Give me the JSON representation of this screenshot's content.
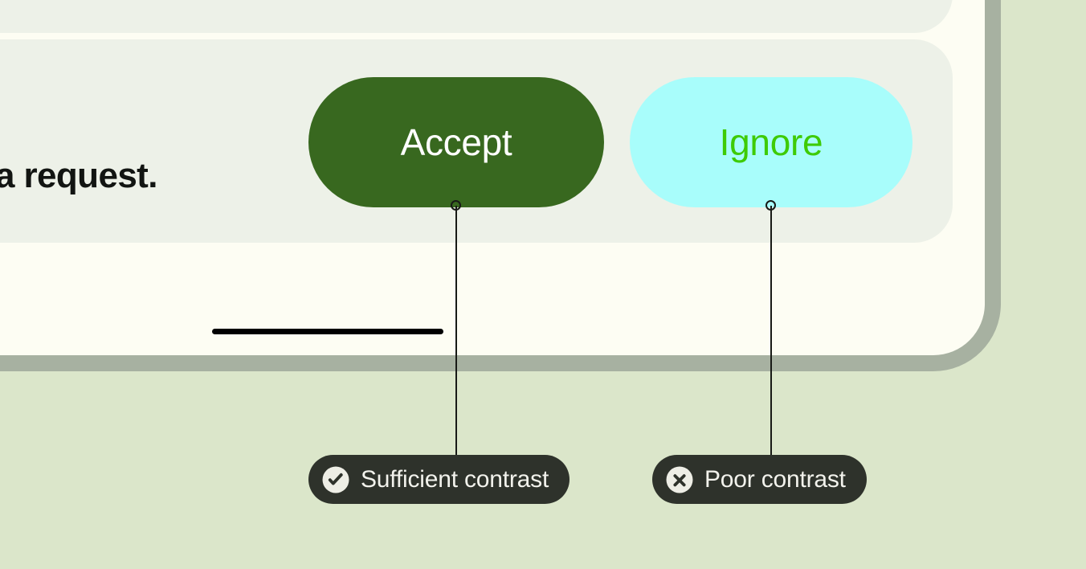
{
  "page": {
    "background_color": "#dbe6ca",
    "title": "Button contrast annotation diagram"
  },
  "card": {
    "outer_background": "#fdfdf3",
    "outer_border_color": "#a7b1a1",
    "inner_panel_background": "#edf1e8"
  },
  "content": {
    "body_text": "a request.",
    "body_text_color": "#121512",
    "rule_color": "#000000"
  },
  "buttons": [
    {
      "id": "accept",
      "label": "Accept",
      "background_color": "#38681f",
      "text_color": "#ffffff",
      "contrast_rating": "Sufficient contrast"
    },
    {
      "id": "ignore",
      "label": "Ignore",
      "background_color": "#a8fdfb",
      "text_color": "#3ecb06",
      "contrast_rating": "Poor contrast"
    }
  ],
  "callouts": [
    {
      "id": "sufficient",
      "label": "Sufficient contrast",
      "icon": "check-circle-icon",
      "pill_color": "#2e322b",
      "text_color": "#f2f2ec",
      "icon_color": "#eeeee6"
    },
    {
      "id": "poor",
      "label": "Poor contrast",
      "icon": "x-circle-icon",
      "pill_color": "#2e322b",
      "text_color": "#f2f2ec",
      "icon_color": "#eeeee6"
    }
  ],
  "connectors": {
    "line_color": "#181a16",
    "marker": "open-circle"
  }
}
